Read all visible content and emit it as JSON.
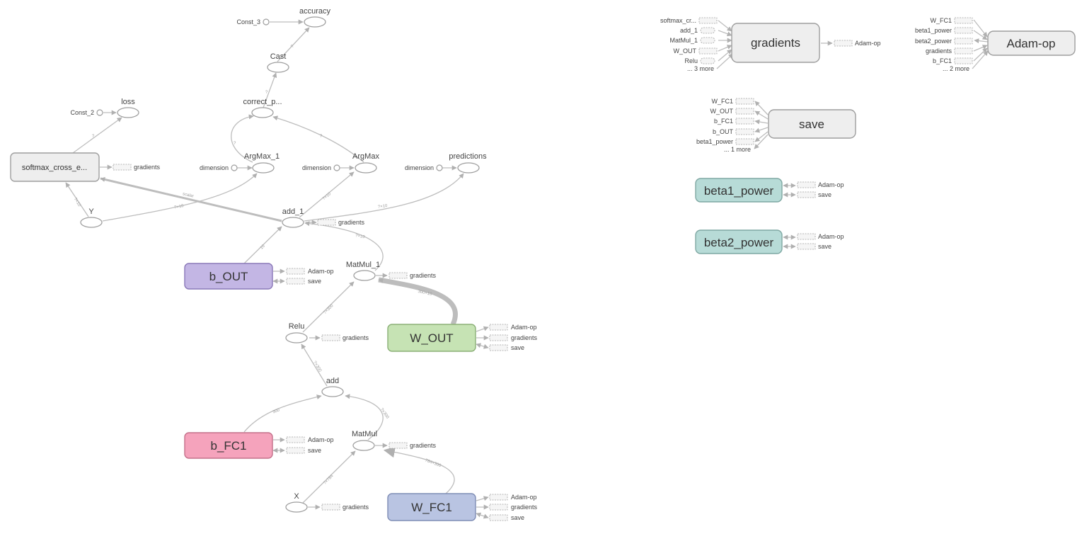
{
  "colors": {
    "gray_fill": "#eeeeee",
    "gray_stroke": "#9e9e9e",
    "purple_fill": "#c3b6e4",
    "purple_stroke": "#8a78b8",
    "green_fill": "#c6e3b4",
    "green_stroke": "#8bb077",
    "pink_fill": "#f5a3bc",
    "pink_stroke": "#c4708a",
    "blue_fill": "#b9c4e2",
    "blue_stroke": "#7f8db5",
    "teal_fill": "#b7dbd7",
    "teal_stroke": "#7fa8a3",
    "edge": "#bdbdbd"
  },
  "main_graph": {
    "namespaces": {
      "softmax": "softmax_cross_e...",
      "b_out": "b_OUT",
      "w_out": "W_OUT",
      "b_fc1": "b_FC1",
      "w_fc1": "W_FC1"
    },
    "ops": {
      "accuracy": "accuracy",
      "cast": "Cast",
      "loss": "loss",
      "correct_p": "correct_p...",
      "argmax_1": "ArgMax_1",
      "argmax": "ArgMax",
      "predictions": "predictions",
      "y": "Y",
      "add_1": "add_1",
      "matmul_1": "MatMul_1",
      "relu": "Relu",
      "add": "add",
      "matmul": "MatMul",
      "x": "X"
    },
    "consts": {
      "const_3": "Const_3",
      "const_2": "Const_2",
      "dimension": "dimension"
    },
    "aux": {
      "gradients": "gradients",
      "adam_op": "Adam-op",
      "save": "save"
    },
    "edge_labels": {
      "q": "?",
      "q10": "?×10",
      "p10": "10",
      "p300x10": "300×10",
      "q300": "?×300",
      "p300": "300",
      "p784x300": "784×300",
      "q784": "?×784",
      "scalar": "scalar"
    }
  },
  "aux_graph": {
    "gradients": {
      "title": "gradients",
      "inputs": [
        "softmax_cr...",
        "add_1",
        "MatMul_1",
        "W_OUT",
        "Relu"
      ],
      "more": "... 3 more",
      "output": "Adam-op"
    },
    "adam": {
      "title": "Adam-op",
      "inputs": [
        "W_FC1",
        "beta1_power",
        "beta2_power",
        "gradients",
        "b_FC1"
      ],
      "more": "... 2 more"
    },
    "save": {
      "title": "save",
      "inputs": [
        "W_FC1",
        "W_OUT",
        "b_FC1",
        "b_OUT",
        "beta1_power"
      ],
      "more": "... 1 more"
    },
    "beta1": {
      "title": "beta1_power",
      "outputs": [
        "Adam-op",
        "save"
      ]
    },
    "beta2": {
      "title": "beta2_power",
      "outputs": [
        "Adam-op",
        "save"
      ]
    }
  }
}
